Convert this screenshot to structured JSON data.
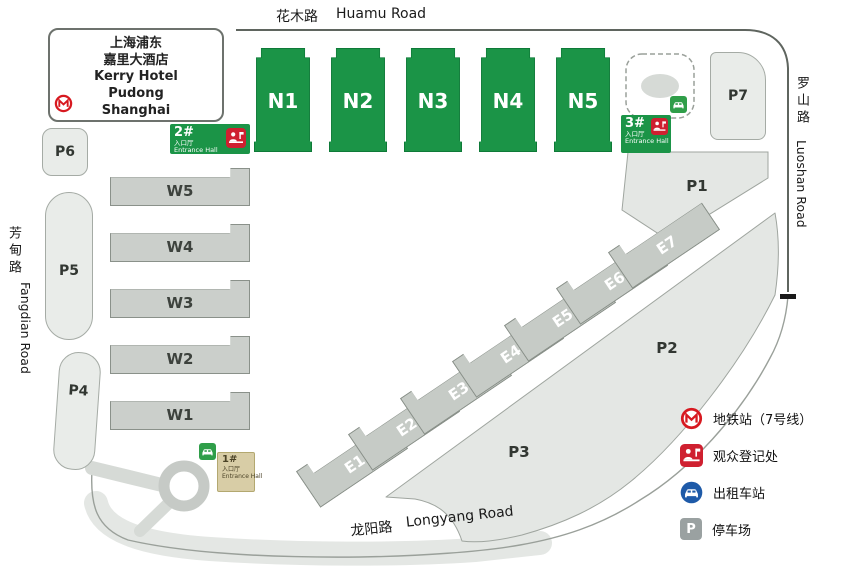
{
  "roads": {
    "huamu_cn": "花木路",
    "huamu_en": "Huamu Road",
    "luoshan_cn": "罗山路",
    "luoshan_en": "Luoshan Road",
    "fangdian_cn": "芳甸路",
    "fangdian_en": "Fangdian Road",
    "longyang_cn": "龙阳路",
    "longyang_en": "Longyang Road"
  },
  "hotel": {
    "lines": [
      "上海浦东",
      "嘉里大酒店",
      "Kerry Hotel",
      "Pudong",
      "Shanghai"
    ]
  },
  "halls": {
    "north": [
      "N1",
      "N2",
      "N3",
      "N4",
      "N5"
    ],
    "west": [
      "W5",
      "W4",
      "W3",
      "W2",
      "W1"
    ],
    "east": [
      "E1",
      "E2",
      "E3",
      "E4",
      "E5",
      "E6",
      "E7"
    ]
  },
  "parking_labels": {
    "p1": "P1",
    "p2": "P2",
    "p3": "P3",
    "p4": "P4",
    "p5": "P5",
    "p6": "P6",
    "p7": "P7"
  },
  "entrances": {
    "hall1": {
      "num": "1#",
      "cn": "入口厅",
      "en": "Entrance Hall"
    },
    "hall2": {
      "num": "2#",
      "cn": "入口厅",
      "en": "Entrance Hall"
    },
    "hall3": {
      "num": "3#",
      "cn": "入口厅",
      "en": "Entrance Hall"
    }
  },
  "legend": {
    "items": [
      {
        "icon": "metro-icon",
        "label": "地铁站（7号线）"
      },
      {
        "icon": "registration-icon",
        "label": "观众登记处"
      },
      {
        "icon": "taxi-icon",
        "label": "出租车站"
      },
      {
        "icon": "parking-icon",
        "label": "停车场",
        "letter": "P"
      }
    ]
  },
  "colors": {
    "hall_green": "#1b9447",
    "hall_gray": "#cbcfcb",
    "band_gray": "#e4e7e4",
    "metro_red": "#d71920",
    "registration_red": "#cf2030",
    "taxi_green": "#2f9e49",
    "taxi_blue": "#1e5aa8"
  }
}
